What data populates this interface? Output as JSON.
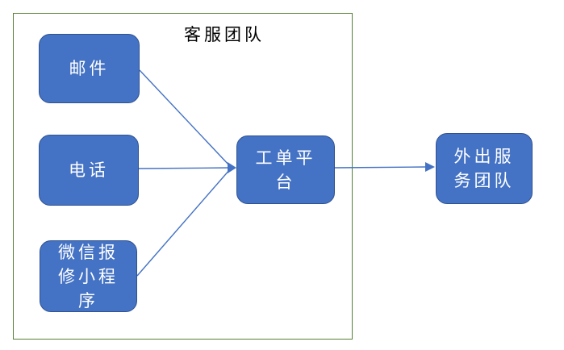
{
  "diagram": {
    "type": "flowchart",
    "group": {
      "label": "客服团队"
    },
    "nodes": [
      {
        "id": "email",
        "label": "邮件",
        "shape": "rounded-rect",
        "inside_group": true
      },
      {
        "id": "phone",
        "label": "电话",
        "shape": "rounded-rect",
        "inside_group": true
      },
      {
        "id": "wechat-miniapp",
        "label": "微信报修小程序",
        "shape": "rounded-rect",
        "inside_group": true
      },
      {
        "id": "ticket-platform",
        "label": "工单平台",
        "shape": "rounded-rect",
        "inside_group": true
      },
      {
        "id": "field-service-team",
        "label": "外出服务团队",
        "shape": "rounded-rect",
        "inside_group": false
      }
    ],
    "edges": [
      {
        "from": "email",
        "to": "ticket-platform",
        "arrow": "end"
      },
      {
        "from": "phone",
        "to": "ticket-platform",
        "arrow": "end"
      },
      {
        "from": "wechat-miniapp",
        "to": "ticket-platform",
        "arrow": "end"
      },
      {
        "from": "ticket-platform",
        "to": "field-service-team",
        "arrow": "end"
      }
    ],
    "colors": {
      "background": "#FFFFFF",
      "node_fill": "#4472C4",
      "node_border": "#2F528F",
      "node_text": "#FFFFFF",
      "connector": "#4472C4",
      "group_border": "#548235",
      "title_text": "#000000"
    }
  }
}
